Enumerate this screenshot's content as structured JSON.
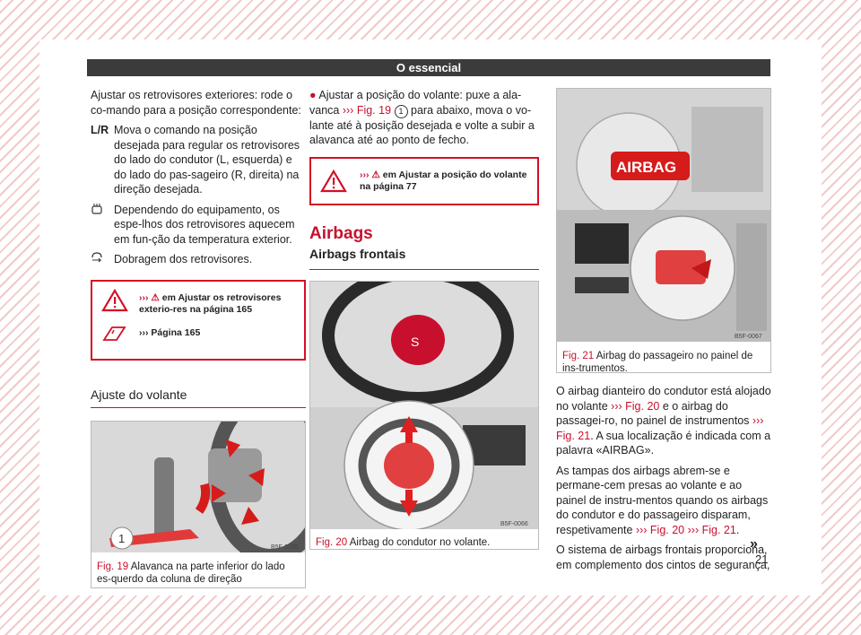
{
  "header": {
    "title": "O essencial"
  },
  "col1": {
    "intro": "Ajustar os retrovisores exteriores: rode o co-mando para a posição correspondente:",
    "items": [
      {
        "key": "L/R",
        "text": "Mova o comando na posição desejada para regular os retrovisores do lado do condutor (L, esquerda) e do lado do pas-sageiro (R, direita) na direção desejada."
      },
      {
        "key": "",
        "icon": "heated-mirror-icon",
        "text": "Dependendo do equipamento, os espe-lhos dos retrovisores aquecem em fun-ção da temperatura exterior."
      },
      {
        "key": "",
        "icon": "fold-mirror-icon",
        "text": "Dobragem dos retrovisores."
      }
    ],
    "warn_text": "em Ajustar os retrovisores exterio-res na página 165",
    "note_text": "Página 165",
    "section_title": "Ajuste do volante",
    "fig19_label": "Fig. 19",
    "fig19_caption": "Alavanca na parte inferior do lado es-querdo da coluna de direção",
    "fig19_code": "B5F-0395",
    "fig19_callout": "1"
  },
  "col2": {
    "bullet_pre": "Ajustar a posição do volante: puxe a ala-vanca",
    "bullet_ref": "Fig. 19",
    "bullet_num": "1",
    "bullet_post": "para abaixo, mova o vo-lante até à posição desejada e volte a subir a alavanca até ao ponto de fecho.",
    "warn_text": "em Ajustar a posição do volante na página 77",
    "airbags_title": "Airbags",
    "sub_title": "Airbags frontais",
    "fig20_label": "Fig. 20",
    "fig20_caption": "Airbag do condutor no volante.",
    "fig20_code": "B5F-0066"
  },
  "col3": {
    "fig21_label": "Fig. 21",
    "fig21_caption": "Airbag do passageiro no painel de ins-trumentos.",
    "fig21_code": "B5F-0067",
    "airbag_word": "AIRBAG",
    "p1_a": "O airbag dianteiro do condutor está alojado no volante",
    "p1_ref1": "Fig. 20",
    "p1_b": "e o airbag do passagei-ro, no painel de instrumentos",
    "p1_ref2": "Fig. 21",
    "p1_c": ". A sua localização é indicada com a palavra «AIRBAG».",
    "p2_a": "As tampas dos airbags abrem-se e permane-cem presas ao volante e ao painel de instru-mentos quando os airbags do condutor e do passageiro disparam, respetivamente",
    "p2_ref1": "Fig. 20",
    "p2_ref2": "Fig. 21",
    "p3": "O sistema de airbags frontais proporciona, em complemento dos cintos de segurança,"
  },
  "page_number": "21",
  "continue_mark": "»",
  "colors": {
    "accent": "#c8102e",
    "header_bg": "#3b3b3b",
    "hatch": "#f2c9c9"
  }
}
